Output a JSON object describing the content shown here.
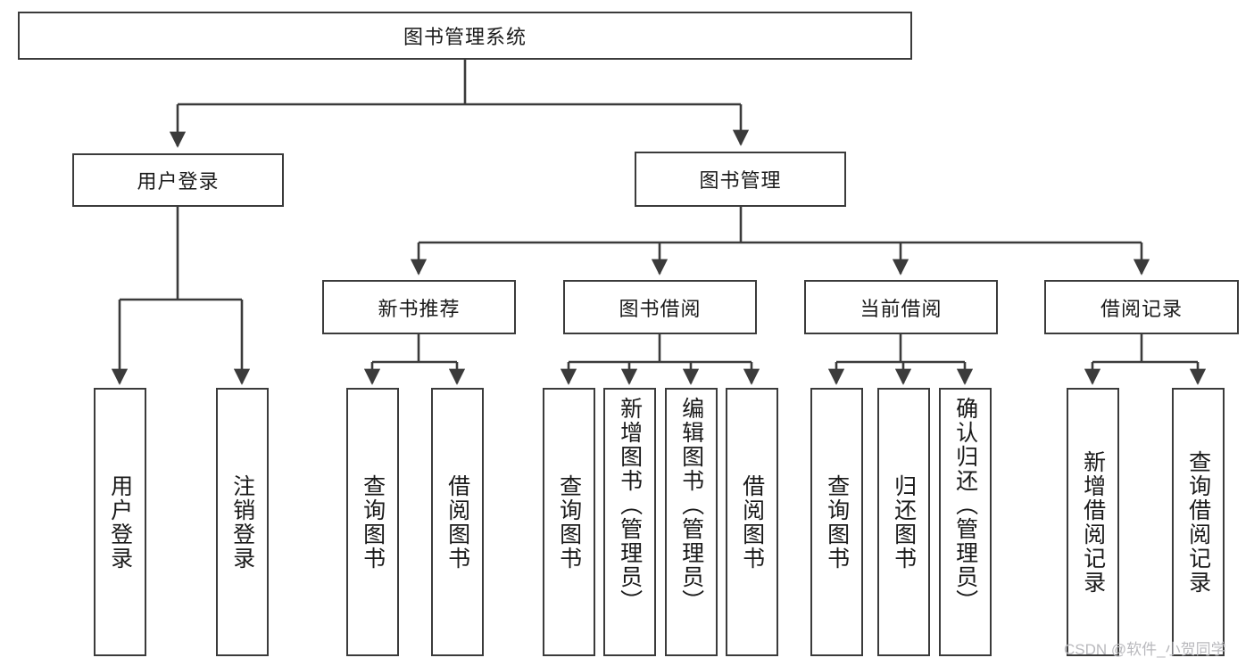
{
  "diagram": {
    "title": "图书管理系统",
    "type": "tree",
    "root": {
      "label": "图书管理系统"
    },
    "level2": [
      {
        "label": "用户登录"
      },
      {
        "label": "图书管理"
      }
    ],
    "level3": [
      {
        "label": "新书推荐"
      },
      {
        "label": "图书借阅"
      },
      {
        "label": "当前借阅"
      },
      {
        "label": "借阅记录"
      }
    ],
    "leaves": {
      "user_login": [
        {
          "label": "用户登录"
        },
        {
          "label": "注销登录"
        }
      ],
      "new_book_recommend": [
        {
          "label": "查询图书"
        },
        {
          "label": "借阅图书"
        }
      ],
      "book_borrow": [
        {
          "label": "查询图书"
        },
        {
          "label": "新增图书（管理员）"
        },
        {
          "label": "编辑图书（管理员）"
        },
        {
          "label": "借阅图书"
        }
      ],
      "current_borrow": [
        {
          "label": "查询图书"
        },
        {
          "label": "归还图书"
        },
        {
          "label": "确认归还（管理员）"
        }
      ],
      "borrow_record": [
        {
          "label": "新增借阅记录"
        },
        {
          "label": "查询借阅记录"
        }
      ]
    }
  },
  "watermark": {
    "text": "CSDN @软件_小贺同学"
  },
  "colors": {
    "stroke": "#3b3b3b",
    "text": "#1a1a1a",
    "background": "#ffffff",
    "watermark": "#b9b9bd"
  }
}
